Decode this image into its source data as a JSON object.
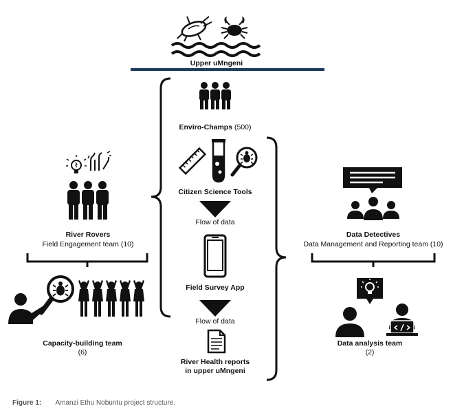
{
  "header": {
    "title": "Upper uMngeni"
  },
  "center": {
    "enviro_champs_name": "Enviro-Champs",
    "enviro_champs_count": "(500)",
    "citizen_tools": "Citizen Science Tools",
    "flow1": "Flow of data",
    "app": "Field Survey App",
    "flow2": "Flow of data",
    "reports_line1": "River Health reports",
    "reports_line2": "in upper uMngeni"
  },
  "left": {
    "title": "River Rovers",
    "subtitle": "Field Engagement team (10)",
    "cap_title": "Capacity-building team",
    "cap_count": "(6)"
  },
  "right": {
    "title": "Data Detectives",
    "subtitle": "Data Management and Reporting team (10)",
    "analysis_title": "Data analysis team",
    "analysis_count": "(2)"
  },
  "caption": {
    "label": "Figure 1:",
    "text": "Amanzi Ethu Nobuntu project structure."
  },
  "colors": {
    "ink": "#111111",
    "accent_bar": "#1f3b5c",
    "caption": "#555555"
  },
  "icons": [
    "bug-icon",
    "crab-icon",
    "waves-icon",
    "people-group-icon",
    "ruler-icon",
    "test-tube-icon",
    "magnifier-bug-icon",
    "arrow-down-icon",
    "phone-icon",
    "document-icon",
    "lightbulb-icon",
    "hands-icon",
    "chat-bubble-icon",
    "presenter-icon",
    "laptop-user-icon",
    "cheering-people-icon"
  ]
}
